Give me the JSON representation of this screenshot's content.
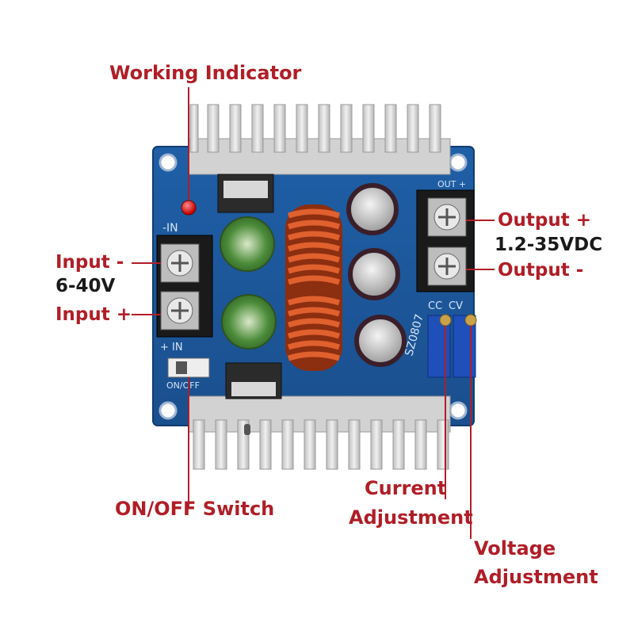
{
  "colors": {
    "label_red": "#b01e28",
    "label_black": "#1a1a1a",
    "pcb_blue": "#1f5a9e",
    "heatsink": "#d9d9d9",
    "inductor_copper": "#c0451c"
  },
  "labels": {
    "working_indicator": "Working Indicator",
    "input_minus": "Input -",
    "input_voltage": "6-40V",
    "input_plus": "Input +",
    "output_plus": "Output +",
    "output_voltage": "1.2-35VDC",
    "output_minus": "Output -",
    "on_off_switch": "ON/OFF Switch",
    "current_adjustment_line1": "Current",
    "current_adjustment_line2": "Adjustment",
    "voltage_adjustment_line1": "Voltage",
    "voltage_adjustment_line2": "Adjustment"
  },
  "board_silkscreen": {
    "in_minus": "-IN",
    "in_plus": "+ IN",
    "on_off": "ON/OFF",
    "out_plus": "OUT +",
    "cc": "CC",
    "cv": "CV",
    "board_id": "SZ0807"
  }
}
